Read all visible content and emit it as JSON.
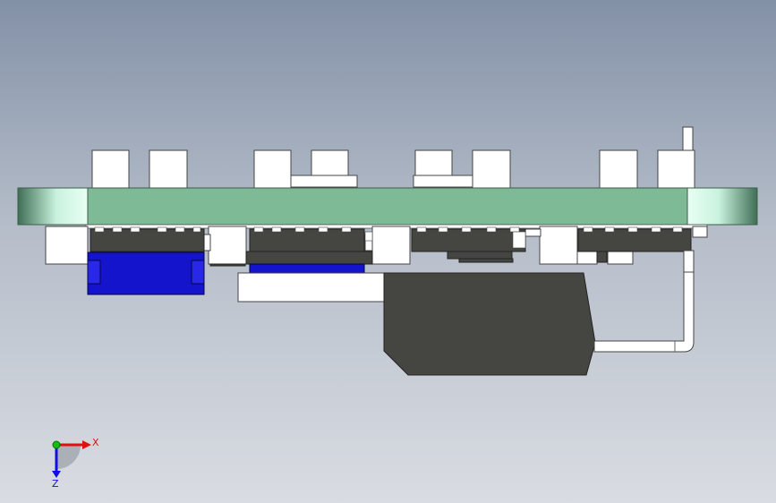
{
  "viewport": {
    "background_top": "#8391a7",
    "background_bottom": "#d9dce2"
  },
  "model": {
    "board_color": "#7fba96",
    "part_white": "#ffffff",
    "part_dark": "#454641",
    "part_blue": "#1414cc",
    "end_cap_dark": "#4a7a60",
    "end_cap_light": "#c7f0dc"
  },
  "triad": {
    "x_label": "X",
    "z_label": "Z",
    "x_color": "#e01010",
    "y_color": "#10c010",
    "z_color": "#1010e0",
    "icons": [
      "triad-x-arrow",
      "triad-y-dot",
      "triad-z-arrow"
    ]
  }
}
